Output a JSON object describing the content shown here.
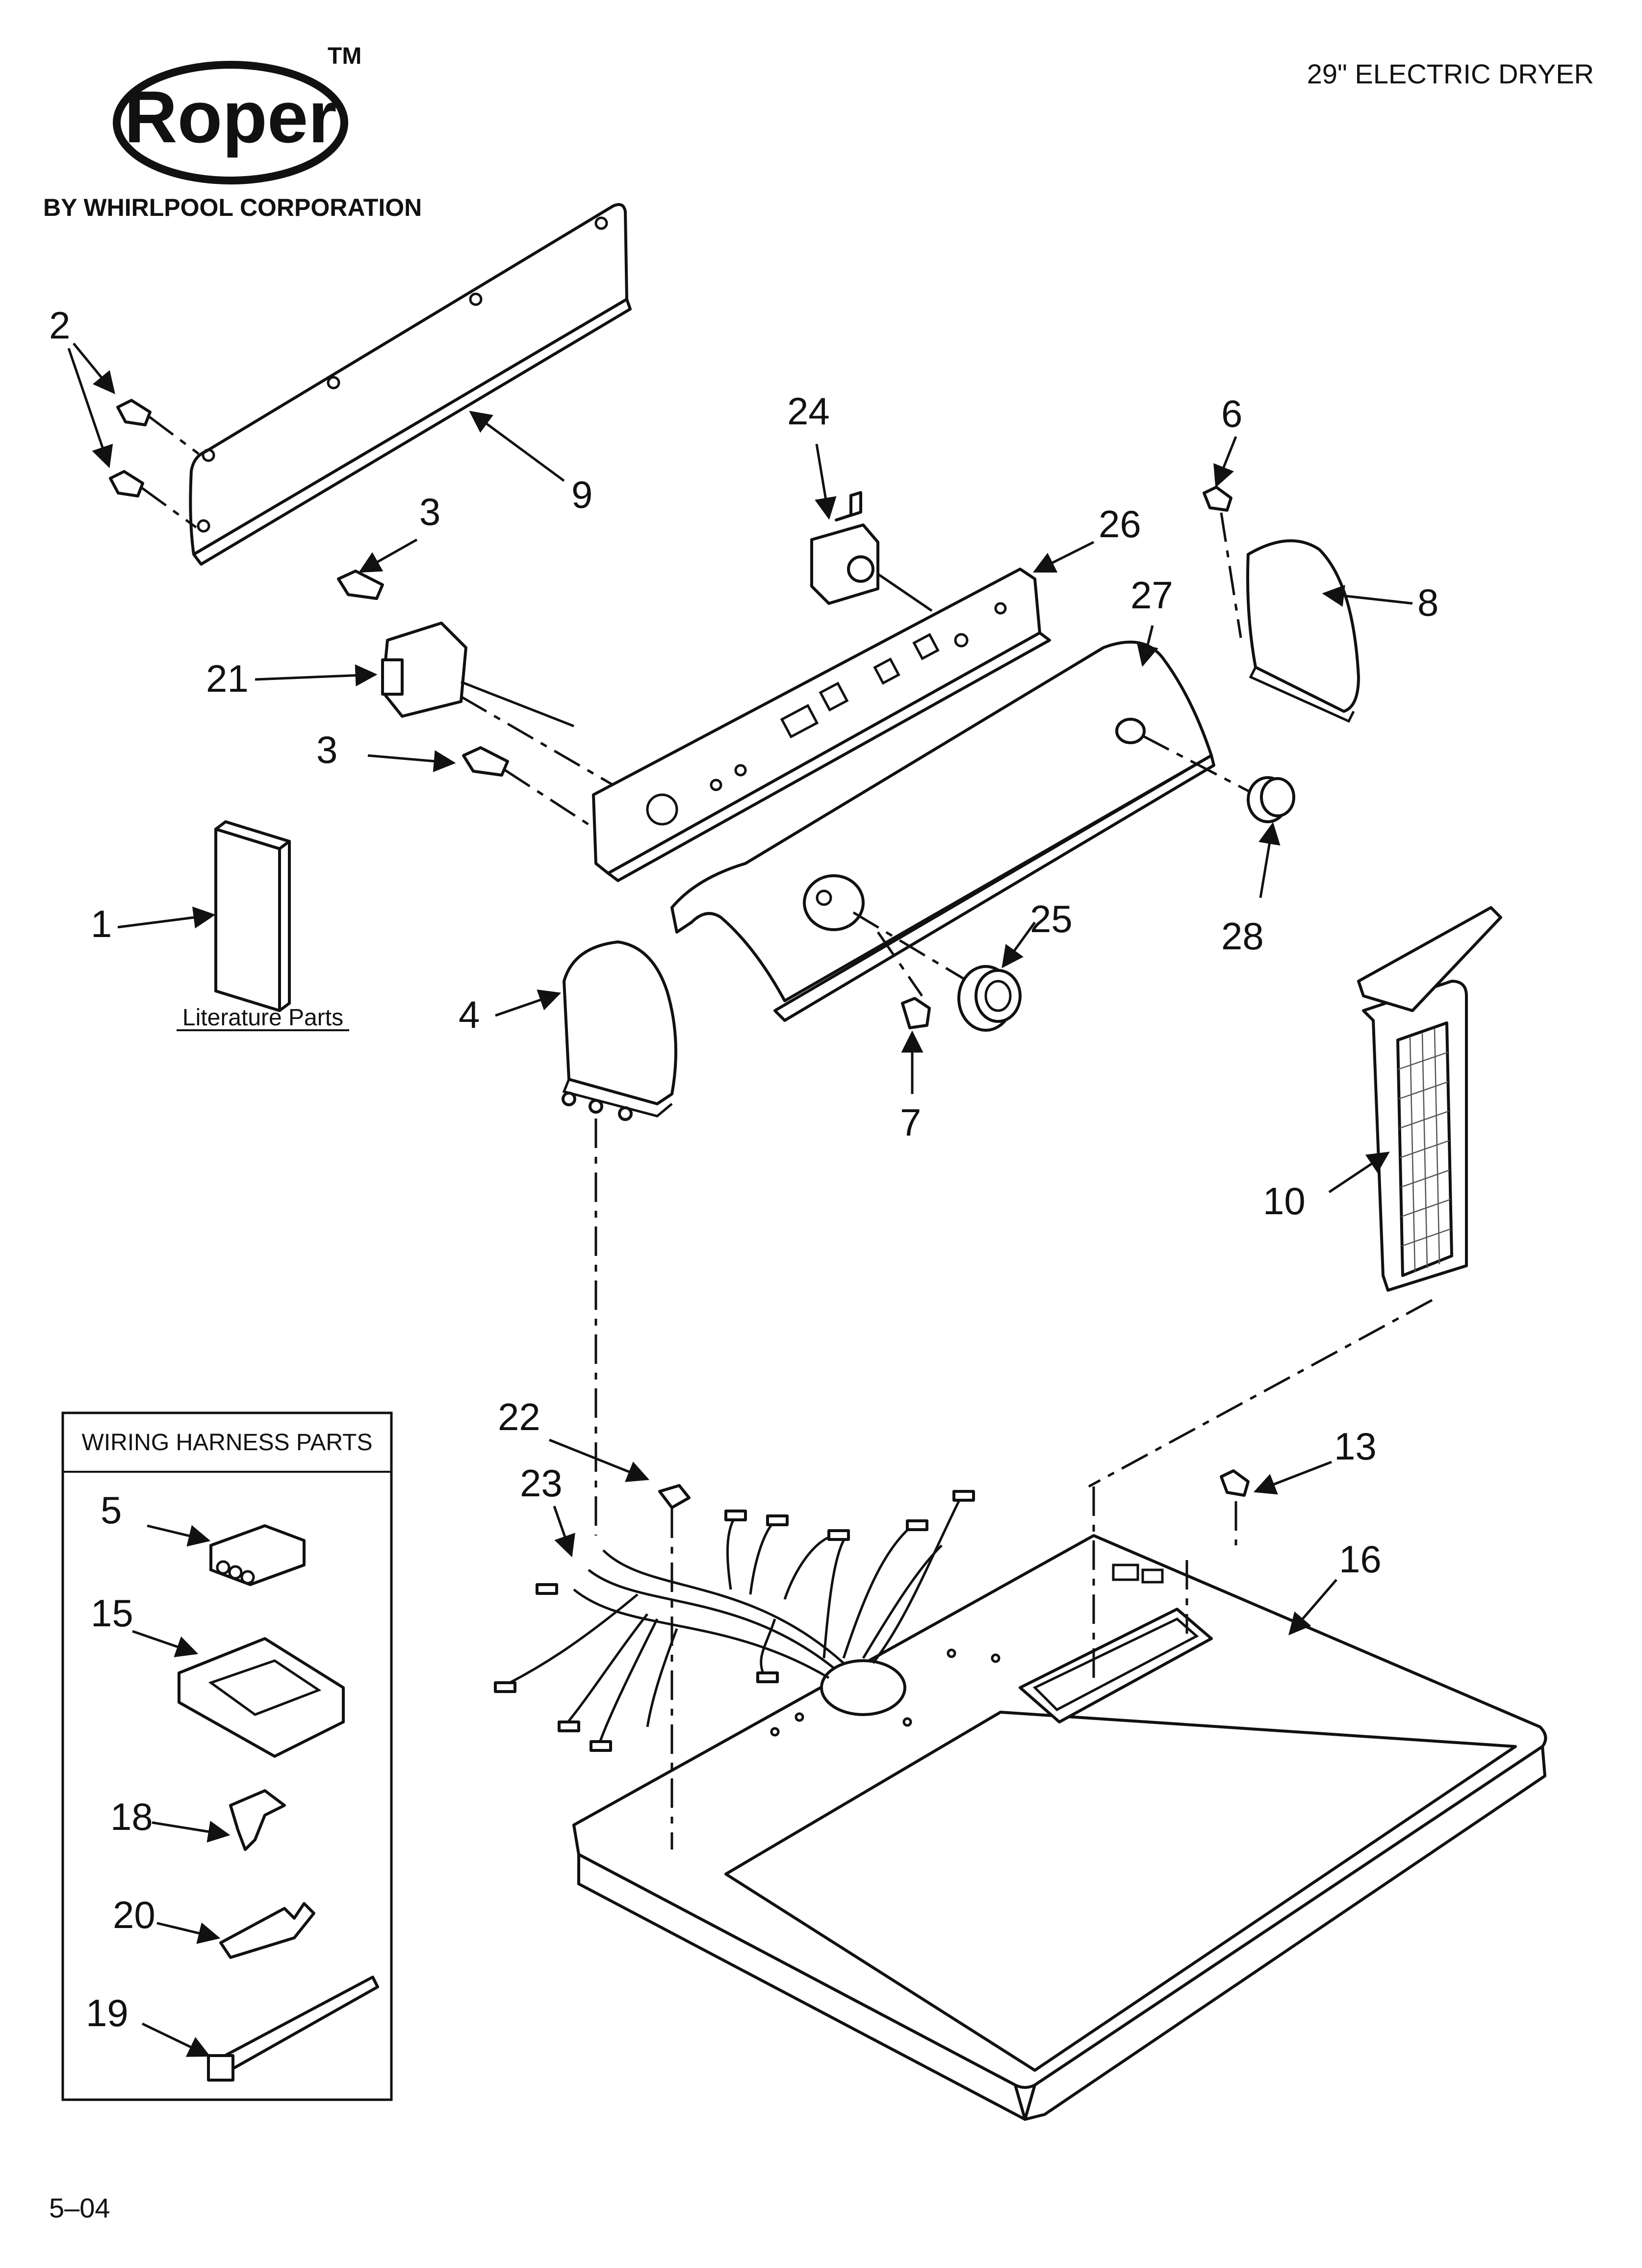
{
  "header": {
    "brand": "Roper",
    "trademark": "TM",
    "maker": "BY WHIRLPOOL CORPORATION",
    "model_title": "29\" ELECTRIC DRYER"
  },
  "literature_label": "Literature Parts",
  "harness_box_title": "WIRING HARNESS PARTS",
  "footer_code": "5–04",
  "callouts": {
    "c1": "1",
    "c2": "2",
    "c3a": "3",
    "c3b": "3",
    "c4": "4",
    "c5": "5",
    "c6": "6",
    "c7": "7",
    "c8": "8",
    "c9": "9",
    "c10": "10",
    "c13": "13",
    "c15": "15",
    "c16": "16",
    "c18": "18",
    "c19": "19",
    "c20": "20",
    "c21": "21",
    "c22": "22",
    "c23": "23",
    "c24": "24",
    "c25": "25",
    "c26": "26",
    "c27": "27",
    "c28": "28"
  }
}
